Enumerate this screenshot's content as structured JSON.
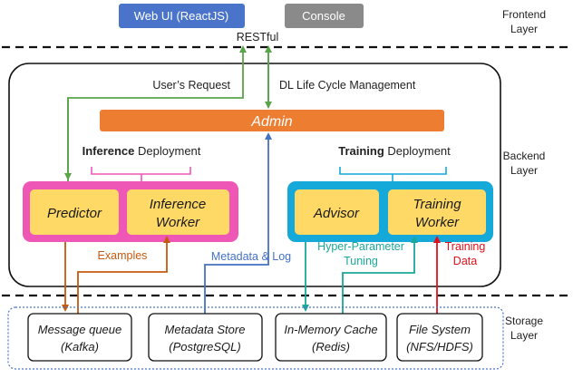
{
  "colors": {
    "frontend_web": "#4a74c9",
    "frontend_console": "#8a8a8a",
    "admin_bar": "#ed7d31",
    "inference_group": "#ef57b7",
    "training_group": "#14a9d9",
    "component_fill": "#ffd966",
    "arrow_green": "#5aa44a",
    "arrow_orange": "#c55a11",
    "arrow_blue": "#4472c4",
    "arrow_teal": "#1aa89a",
    "arrow_red": "#e3101a",
    "storage_border": "#4a74c9"
  },
  "frontend": {
    "web_ui": "Web UI (ReactJS)",
    "console": "Console",
    "restful": "RESTful",
    "layer_label_line1": "Frontend",
    "layer_label_line2": "Layer"
  },
  "backend": {
    "layer_label_line1": "Backend",
    "layer_label_line2": "Layer",
    "users_request": "User’s Request",
    "lifecycle": "DL Life Cycle Management",
    "admin": "Admin",
    "inference_title_bold": "Inference",
    "inference_title_rest": " Deployment",
    "training_title_bold": "Training",
    "training_title_rest": " Deployment",
    "predictor": "Predictor",
    "inference_worker_line1": "Inference",
    "inference_worker_line2": "Worker",
    "advisor": "Advisor",
    "training_worker_line1": "Training",
    "training_worker_line2": "Worker",
    "examples": "Examples",
    "metadata_log": "Metadata & Log",
    "hyper_param_line1": "Hyper-Parameter",
    "hyper_param_line2": "Tuning",
    "training_data_line1": "Training",
    "training_data_line2": "Data"
  },
  "storage": {
    "layer_label_line1": "Storage",
    "layer_label_line2": "Layer",
    "message_queue_line1": "Message queue",
    "message_queue_line2": "(Kafka)",
    "metadata_store_line1": "Metadata Store",
    "metadata_store_line2": "(PostgreSQL)",
    "memory_cache_line1": "In-Memory Cache",
    "memory_cache_line2": "(Redis)",
    "file_system_line1": "File System",
    "file_system_line2": "(NFS/HDFS)"
  }
}
